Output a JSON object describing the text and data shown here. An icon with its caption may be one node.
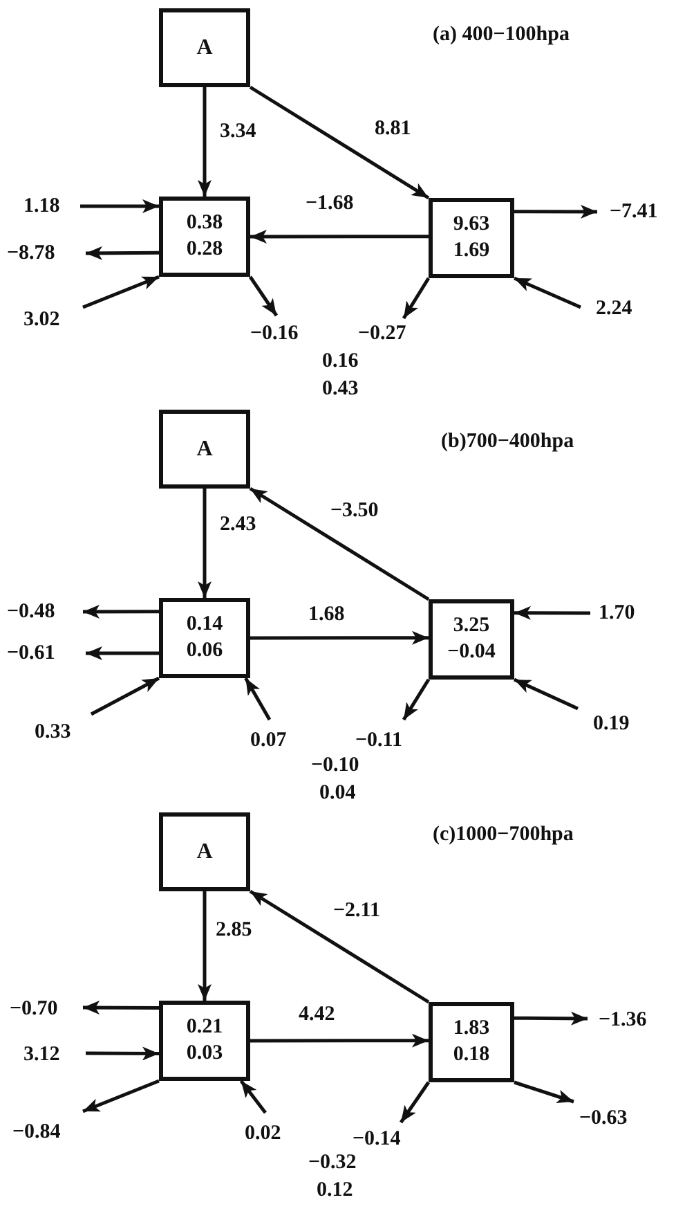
{
  "diagram": {
    "nodes": [
      {
        "text": [
          "A"
        ]
      },
      {
        "text": [
          "0.38",
          "0.28"
        ]
      },
      {
        "text": [
          "9.63",
          "1.69"
        ]
      },
      {
        "text": [
          "A"
        ]
      },
      {
        "text": [
          "0.14",
          "0.06"
        ]
      },
      {
        "text": [
          "3.25",
          "−0.04"
        ]
      },
      {
        "text": [
          "A"
        ]
      },
      {
        "text": [
          "0.21",
          "0.03"
        ]
      },
      {
        "text": [
          "1.83",
          "0.18"
        ]
      }
    ],
    "edges": [
      {
        "from": 0,
        "to": 1,
        "arrow": "to",
        "label": "3.34"
      },
      {
        "from": 0,
        "to": 2,
        "arrow": "to",
        "label": "8.81"
      },
      {
        "from": 2,
        "to": 1,
        "arrow": "to",
        "label": "−1.68"
      },
      {
        "from": null,
        "to": 1,
        "arrow": "to",
        "label": "1.18"
      },
      {
        "from": 1,
        "to": null,
        "arrow": "to",
        "label": "−8.78"
      },
      {
        "from": null,
        "to": 1,
        "arrow": "to",
        "label": "3.02"
      },
      {
        "from": 1,
        "to": null,
        "arrow": "to",
        "label": "−0.16"
      },
      {
        "from": 2,
        "to": null,
        "arrow": "to",
        "label": "−0.27"
      },
      {
        "from": 2,
        "to": null,
        "arrow": "to",
        "label": "−7.41"
      },
      {
        "from": null,
        "to": 2,
        "arrow": "to",
        "label": "2.24"
      },
      {
        "from": 3,
        "to": 4,
        "arrow": "to",
        "label": "2.43"
      },
      {
        "from": 5,
        "to": 3,
        "arrow": "to",
        "label": "−3.50"
      },
      {
        "from": 4,
        "to": 5,
        "arrow": "to",
        "label": "1.68"
      },
      {
        "from": 4,
        "to": null,
        "arrow": "to",
        "label": "−0.48"
      },
      {
        "from": 4,
        "to": null,
        "arrow": "to",
        "label": "−0.61"
      },
      {
        "from": null,
        "to": 4,
        "arrow": "to",
        "label": "0.33"
      },
      {
        "from": null,
        "to": 4,
        "arrow": "to",
        "label": "0.07"
      },
      {
        "from": 5,
        "to": null,
        "arrow": "to",
        "label": "−0.11"
      },
      {
        "from": null,
        "to": 5,
        "arrow": "to",
        "label": "1.70"
      },
      {
        "from": null,
        "to": 5,
        "arrow": "to",
        "label": "0.19"
      },
      {
        "from": 6,
        "to": 7,
        "arrow": "to",
        "label": "2.85"
      },
      {
        "from": 8,
        "to": 6,
        "arrow": "to",
        "label": "−2.11"
      },
      {
        "from": 7,
        "to": 8,
        "arrow": "to",
        "label": "4.42"
      },
      {
        "from": 7,
        "to": null,
        "arrow": "to",
        "label": "−0.70"
      },
      {
        "from": null,
        "to": 7,
        "arrow": "to",
        "label": "3.12"
      },
      {
        "from": 7,
        "to": null,
        "arrow": "to",
        "label": "−0.84"
      },
      {
        "from": null,
        "to": 7,
        "arrow": "to",
        "label": "0.02"
      },
      {
        "from": 8,
        "to": null,
        "arrow": "to",
        "label": "−0.14"
      },
      {
        "from": 8,
        "to": null,
        "arrow": "to",
        "label": "−1.36"
      },
      {
        "from": 8,
        "to": null,
        "arrow": "to",
        "label": "−0.63"
      }
    ],
    "labels": [
      "(a) 400−100hpa",
      "0.16",
      "0.43",
      "(b)700−400hpa",
      "−0.10",
      "0.04",
      "(c)1000−700hpa",
      "−0.32",
      "0.12"
    ]
  }
}
